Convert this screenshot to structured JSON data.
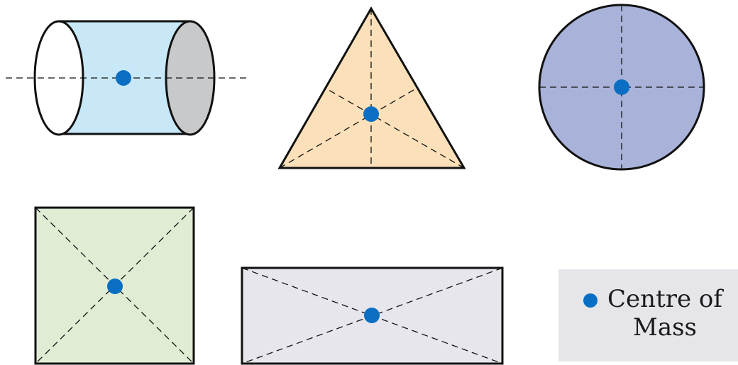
{
  "legend": {
    "line1": "Centre of",
    "line2": "Mass"
  },
  "colors": {
    "centre_dot": "#0a6fc2",
    "cylinder_body": "#c8e8f7",
    "cylinder_left_end": "#ffffff",
    "cylinder_right_end": "#c8c9cb",
    "triangle": "#fbe0b9",
    "circle": "#a9b2d9",
    "square": "#e1ecd5",
    "rectangle": "#e6e6ec",
    "outline": "#111111",
    "legend_background": "#e6e6ea"
  },
  "shapes": [
    {
      "name": "cylinder-shape"
    },
    {
      "name": "triangle-shape"
    },
    {
      "name": "circle-shape"
    },
    {
      "name": "square-shape"
    },
    {
      "name": "rectangle-shape"
    }
  ]
}
